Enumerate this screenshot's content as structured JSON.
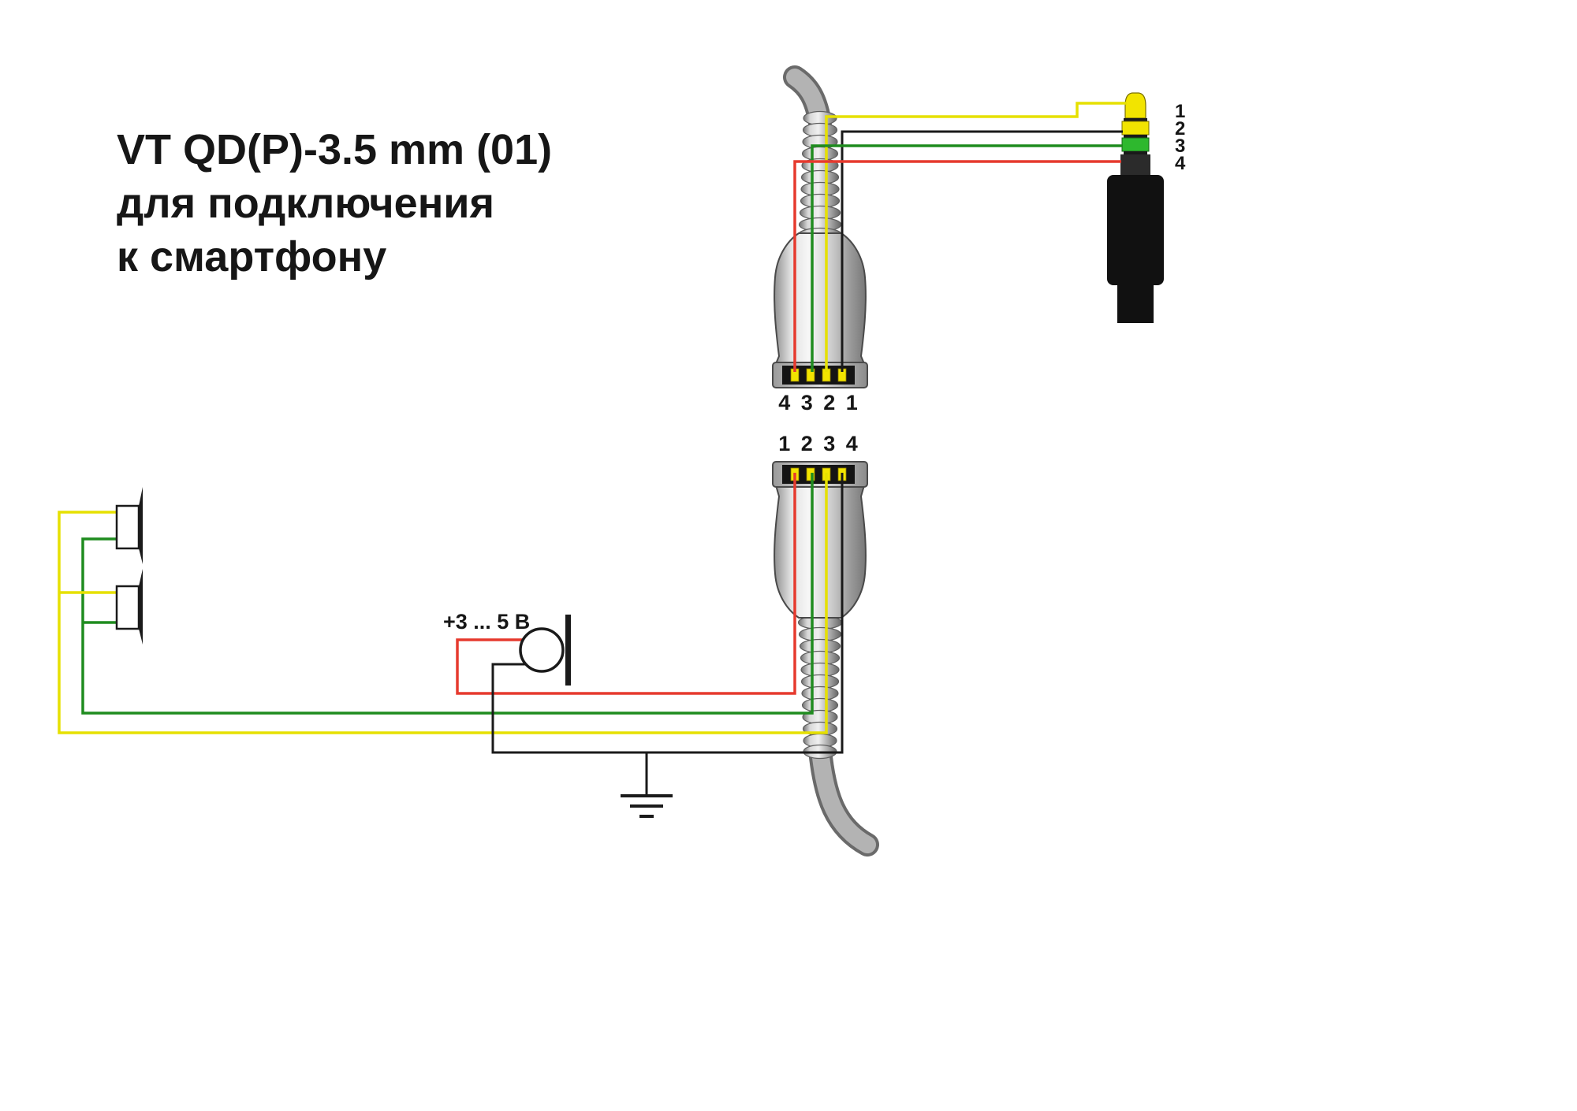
{
  "title": {
    "line1": "VT QD(P)-3.5 mm (01)",
    "line2": "для подключения",
    "line3": "к смартфону"
  },
  "connectors": {
    "top_qd": {
      "pin_labels": "4 3 2 1"
    },
    "bottom_qd": {
      "pin_labels": "1 2 3 4"
    }
  },
  "jack": {
    "pin_numbers": [
      "1",
      "2",
      "3",
      "4"
    ]
  },
  "microphone": {
    "voltage_label": "+3 ... 5 В"
  },
  "colors": {
    "wire_yellow": "#e6e000",
    "wire_green": "#1f8c1f",
    "wire_red": "#e63a2e",
    "wire_black": "#1a1a1a",
    "contact_yellow": "#f2e400",
    "jack_tip_yellow": "#f2e400",
    "jack_ring_green": "#2eb82e"
  }
}
